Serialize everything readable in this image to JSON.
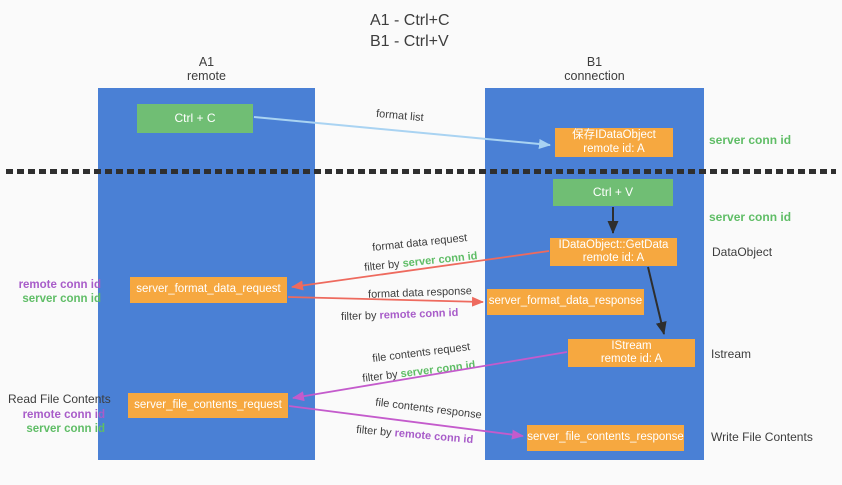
{
  "title": {
    "line1": "A1 - Ctrl+C",
    "line2": "B1 - Ctrl+V"
  },
  "lanes": {
    "a1": {
      "title": "A1",
      "subtitle": "remote"
    },
    "b1": {
      "title": "B1",
      "subtitle": "connection"
    }
  },
  "boxes": {
    "ctrl_c": "Ctrl + C",
    "ctrl_v": "Ctrl + V",
    "save_dataobject": {
      "line1": "保存IDataObject",
      "line2": "remote id: A"
    },
    "getdata": {
      "line1": "IDataObject::GetData",
      "line2": "remote id: A"
    },
    "istream": {
      "line1": "IStream",
      "line2": "remote id: A"
    },
    "format_request": "server_format_data_request",
    "format_response": "server_format_data_response",
    "file_request": "server_file_contents_request",
    "file_response": "server_file_contents_response"
  },
  "arrow_labels": {
    "format_list": "format list",
    "format_data_request": "format data request",
    "format_data_response": "format data response",
    "file_contents_request": "file contents request",
    "file_contents_response": "file contents response",
    "filter_by": "filter by",
    "server_conn_id": "server conn id",
    "remote_conn_id": "remote conn id"
  },
  "side_labels": {
    "server_conn_id_top": "server conn id",
    "server_conn_id_mid": "server conn id",
    "dataobject": "DataObject",
    "istream": "Istream",
    "write_file_contents": "Write File Contents",
    "read_file_contents": "Read File Contents",
    "remote_conn_id_format": "remote conn id",
    "server_conn_id_format": "server conn id",
    "remote_conn_id_file": "remote conn id",
    "server_conn_id_file": "server conn id"
  },
  "colors": {
    "lane_blue": "#4A80D5",
    "box_orange": "#F6A840",
    "box_green": "#70BE74",
    "text_green": "#5FBD66",
    "text_purple": "#A85CC9",
    "arrow_salmon": "#EE6A5E",
    "arrow_magenta": "#C45BCC",
    "arrow_lightblue": "#A9D3F2",
    "arrow_black": "#2E2E2E"
  }
}
